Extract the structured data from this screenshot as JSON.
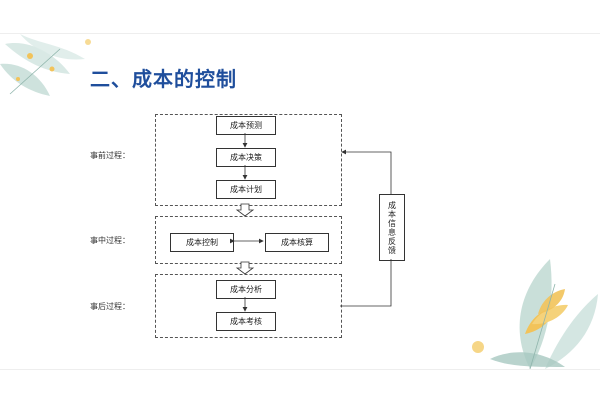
{
  "slide": {
    "title": "二、成本的控制"
  },
  "phases": [
    {
      "label": "事前过程：",
      "nodes": [
        "成本预测",
        "成本决策",
        "成本计划"
      ]
    },
    {
      "label": "事中过程：",
      "nodes": [
        "成本控制",
        "成本核算"
      ]
    },
    {
      "label": "事后过程：",
      "nodes": [
        "成本分析",
        "成本考核"
      ]
    }
  ],
  "feedback": {
    "label": "成本信息反馈"
  },
  "colors": {
    "title": "#1f4e9c",
    "border": "#333333",
    "decor_leaf": "#a8c8c0",
    "decor_flower": "#f2c35a"
  }
}
